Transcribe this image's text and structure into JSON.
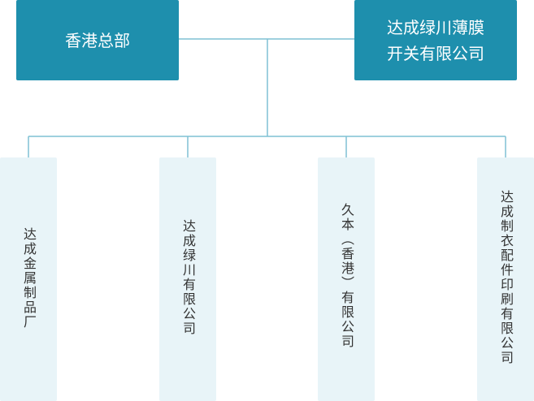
{
  "headquarters": {
    "label": "香港总部"
  },
  "company": {
    "line1": "达成绿川薄膜",
    "line2": "开关有限公司"
  },
  "subsidiaries": [
    {
      "label": "达成金属制品厂"
    },
    {
      "label": "达成绿川有限公司"
    },
    {
      "label": "久本（香港）有限公司"
    },
    {
      "label": "达成制衣配件印刷有限公司"
    }
  ],
  "colors": {
    "primary": "#1e8fad",
    "connector": "#7fc1d4",
    "sub_bg": "#e8f4f8"
  }
}
